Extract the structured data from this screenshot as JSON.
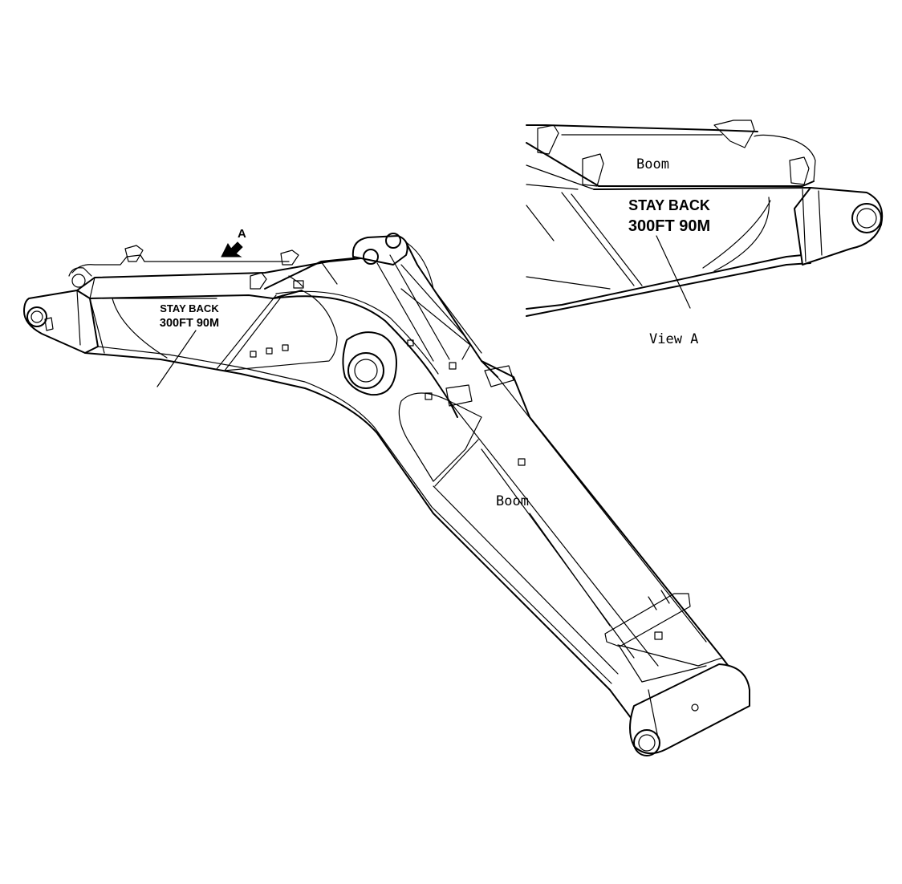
{
  "main_view": {
    "decal_line1": "STAY BACK",
    "decal_line2": "300FT 90M",
    "part_label": "Boom",
    "view_marker": "A"
  },
  "detail_view": {
    "part_label": "Boom",
    "decal_line1": "STAY BACK",
    "decal_line2": "300FT 90M",
    "caption": "View A"
  }
}
